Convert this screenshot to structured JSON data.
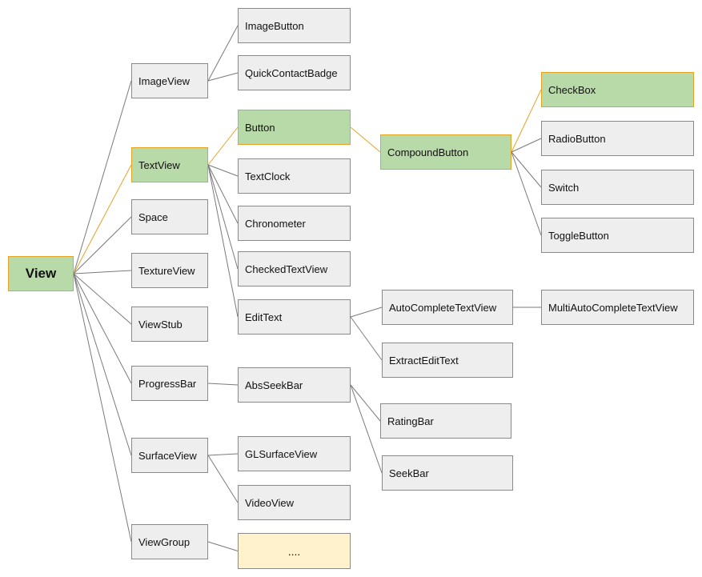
{
  "colors": {
    "node_fill": "#eeeeee",
    "node_border": "#8a8a8a",
    "highlight_fill": "#b8d9a8",
    "highlight_border": "#e3a426",
    "pending_fill": "#fff2cc",
    "edge": "#7a7a7a",
    "highlight_edge": "#e3a426"
  },
  "nodes": {
    "view": "View",
    "imageview": "ImageView",
    "textview": "TextView",
    "space": "Space",
    "textureview": "TextureView",
    "viewstub": "ViewStub",
    "progressbar": "ProgressBar",
    "surfaceview": "SurfaceView",
    "viewgroup": "ViewGroup",
    "imagebutton": "ImageButton",
    "quickcontactbadge": "QuickContactBadge",
    "button": "Button",
    "textclock": "TextClock",
    "chronometer": "Chronometer",
    "checkedtextview": "CheckedTextView",
    "edittext": "EditText",
    "abseekbar": "AbsSeekBar",
    "glsurfaceview": "GLSurfaceView",
    "videoview": "VideoView",
    "more": "....",
    "compoundbutton": "CompoundButton",
    "autocompletetextview": "AutoCompleteTextView",
    "extractedittext": "ExtractEditText",
    "ratingbar": "RatingBar",
    "seekbar": "SeekBar",
    "checkbox": "CheckBox",
    "radiobutton": "RadioButton",
    "switch": "Switch",
    "togglebutton": "ToggleButton",
    "multiautocompletetextview": "MultiAutoCompleteTextView"
  }
}
